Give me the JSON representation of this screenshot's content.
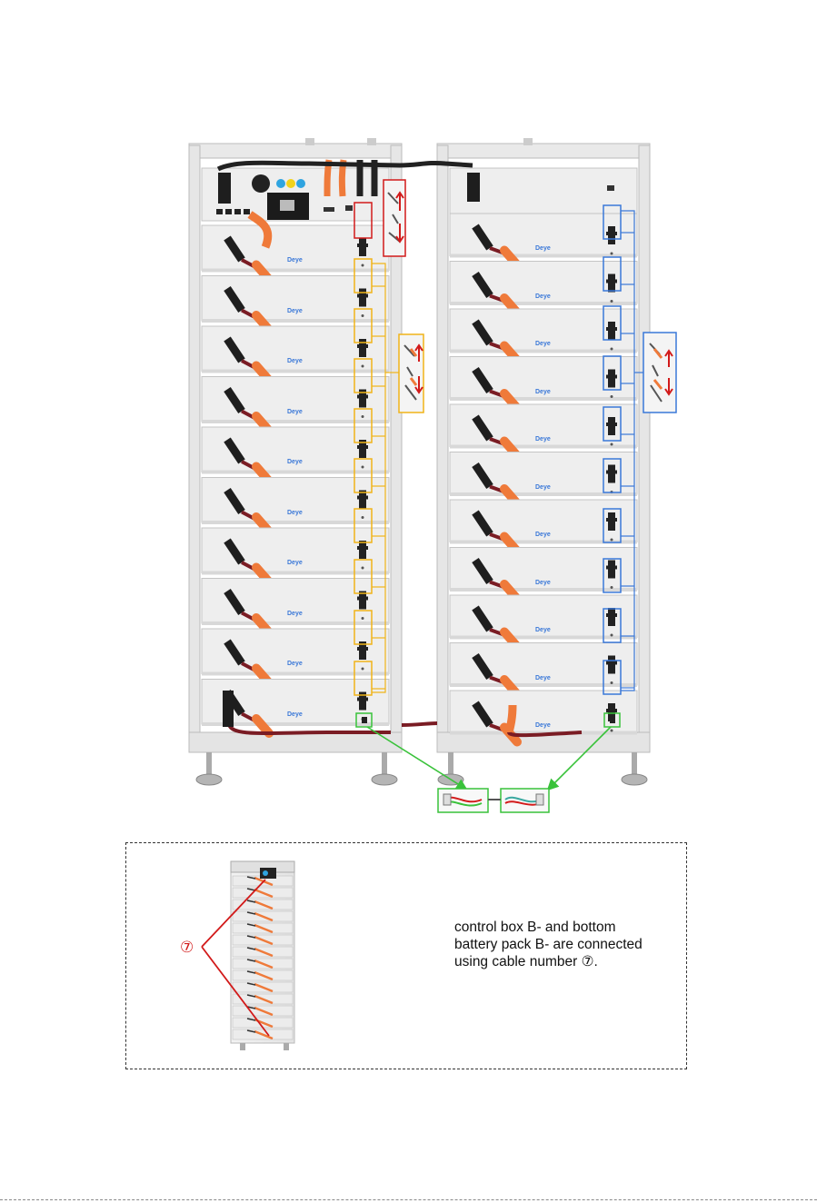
{
  "brand_label": "Deye",
  "callout": {
    "cable_number": "⑦",
    "line1": "control box B- and bottom",
    "line2": "battery pack B- are connected",
    "line3": "using cable number ⑦."
  },
  "colors": {
    "red_highlight": "#d21a1a",
    "yellow_highlight": "#f0b418",
    "blue_highlight": "#3a78d8",
    "green_highlight": "#39c23a",
    "cable_orange": "#ef7a3a",
    "cable_maroon": "#7a1c24",
    "rack_gray": "#dcdcdc"
  }
}
